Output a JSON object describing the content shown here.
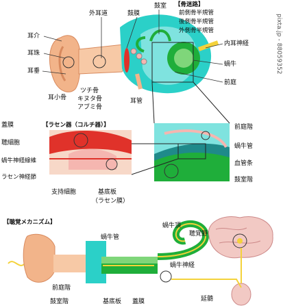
{
  "sections": {
    "skeleton_header": "【骨迷路】",
    "organ_of_corti_header": "【ラセン器（コルチ器）】",
    "hearing_mechanism_header": "【聴覚メカニズム】"
  },
  "labels": {
    "outer_ear_canal": "外耳道",
    "eardrum": "鼓膜",
    "vestibule_scala": "鼓室",
    "anterior_canal": "前側骨半規管",
    "posterior_canal": "後側骨半規管",
    "lateral_canal": "外側骨半規管",
    "auricle": "耳介",
    "tragus": "耳珠",
    "earlobe": "耳垂",
    "inner_ear_nerve": "内耳神経",
    "cochlea": "蝸牛",
    "vestibule": "前庭",
    "ossicles": "耳小骨",
    "malleus": "ツチ骨",
    "incus": "キヌタ骨",
    "stapes": "アブミ骨",
    "ear_tube": "耳管",
    "tectorial_membrane": "蓋膜",
    "hair_cells": "聴細胞",
    "cochlear_nerve_fibers": "蝸牛神経線維",
    "spiral_ganglion": "ラセン神経節",
    "supporting_cells": "支持細胞",
    "basilar_membrane": "基底板",
    "basilar_membrane_alt": "（ラセン膜）",
    "scala_vestibuli": "前庭階",
    "cochlear_duct": "蝸牛管",
    "stria_vascularis": "血管条",
    "scala_tympani": "鼓室階",
    "cochlear_apex": "蝸牛頂",
    "cochlear_duct_2": "蝸牛管",
    "auditory_cortex": "聴覚野",
    "cochlear_nerve": "蝸牛神経",
    "medulla": "延髄",
    "scala_vestibuli_2": "前庭階",
    "scala_tympani_2": "鼓室階",
    "basilar_membrane_2": "基底板",
    "tectorial_membrane_2": "蓋膜"
  },
  "watermark": "pixta.jp - 88059352",
  "colors": {
    "skin": "#f2b48a",
    "skin_dark": "#d88a5e",
    "canal": "#2bd0c8",
    "bone": "#7fe3df",
    "green": "#1fae3a",
    "green_light": "#7fd67a",
    "red": "#e0322a",
    "pink": "#f5b6b0",
    "yellow": "#f4d23a",
    "brain": "#f2c9c4"
  }
}
